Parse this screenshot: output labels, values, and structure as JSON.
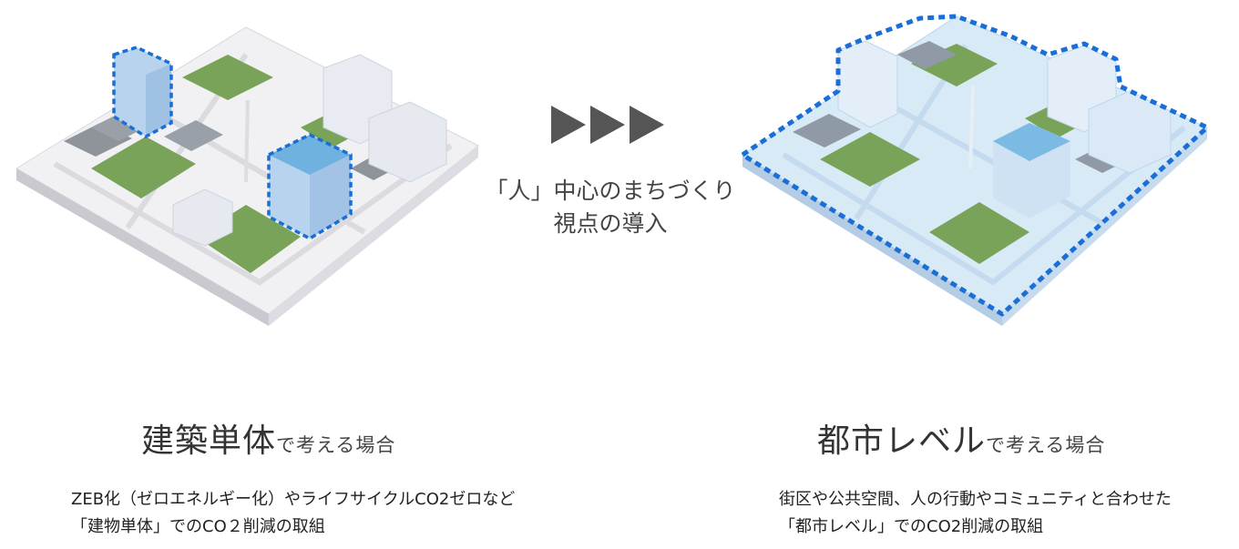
{
  "center": {
    "line1": "「人」中心のまちづくり",
    "line2": "視点の導入",
    "arrow_icon": "triple-play-arrows"
  },
  "left": {
    "heading_main": "建築単体",
    "heading_sub": "で考える場合",
    "desc_line1": "ZEB化（ゼロエネルギー化）やライフサイクルCO2ゼロなど",
    "desc_line2": "「建物単体」でのCO２削減の取組"
  },
  "right": {
    "heading_main": "都市レベル",
    "heading_sub": "で考える場合",
    "desc_line1": "街区や公共空間、人の行動やコミュニティと合わせた",
    "desc_line2": "「都市レベル」でのCO2削減の取組"
  },
  "colors": {
    "dash_blue": "#1a6fd6",
    "arrow_gray": "#555555",
    "platform_left": "#eeeef2",
    "platform_right": "#d6e8f7"
  }
}
